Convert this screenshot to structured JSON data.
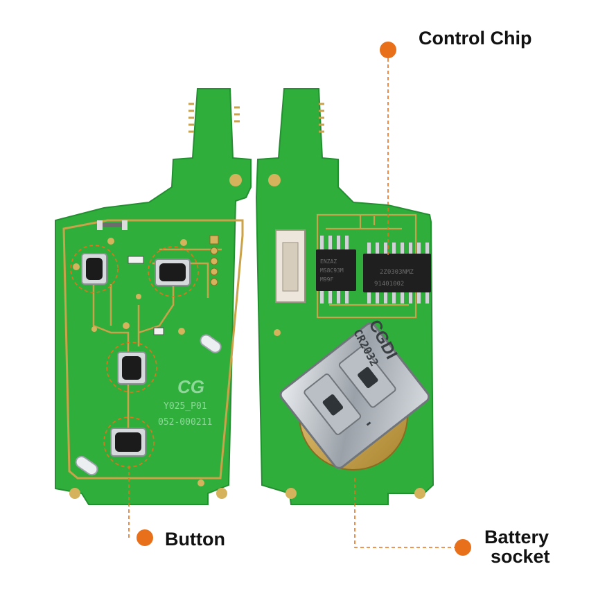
{
  "labels": {
    "control_chip": "Control Chip",
    "button": "Button",
    "battery_line1": "Battery",
    "battery_line2": "socket"
  },
  "pcb_silkscreen": {
    "logo": "CG",
    "model": "Y025_P01",
    "code": "052-000211"
  },
  "chip_markings": {
    "small_chip": [
      "ENZAZ",
      "MS8C93M",
      "M99F"
    ],
    "large_chip": [
      "2Z0303NMZ",
      "91401002"
    ]
  },
  "battery_markings": {
    "brand": "CGDI",
    "model": "CR2032",
    "minus_sign": "-"
  },
  "colors": {
    "accent_orange": "#e8701a",
    "pcb_green": "#2fae3c",
    "trace_gold": "#c9a24a"
  }
}
